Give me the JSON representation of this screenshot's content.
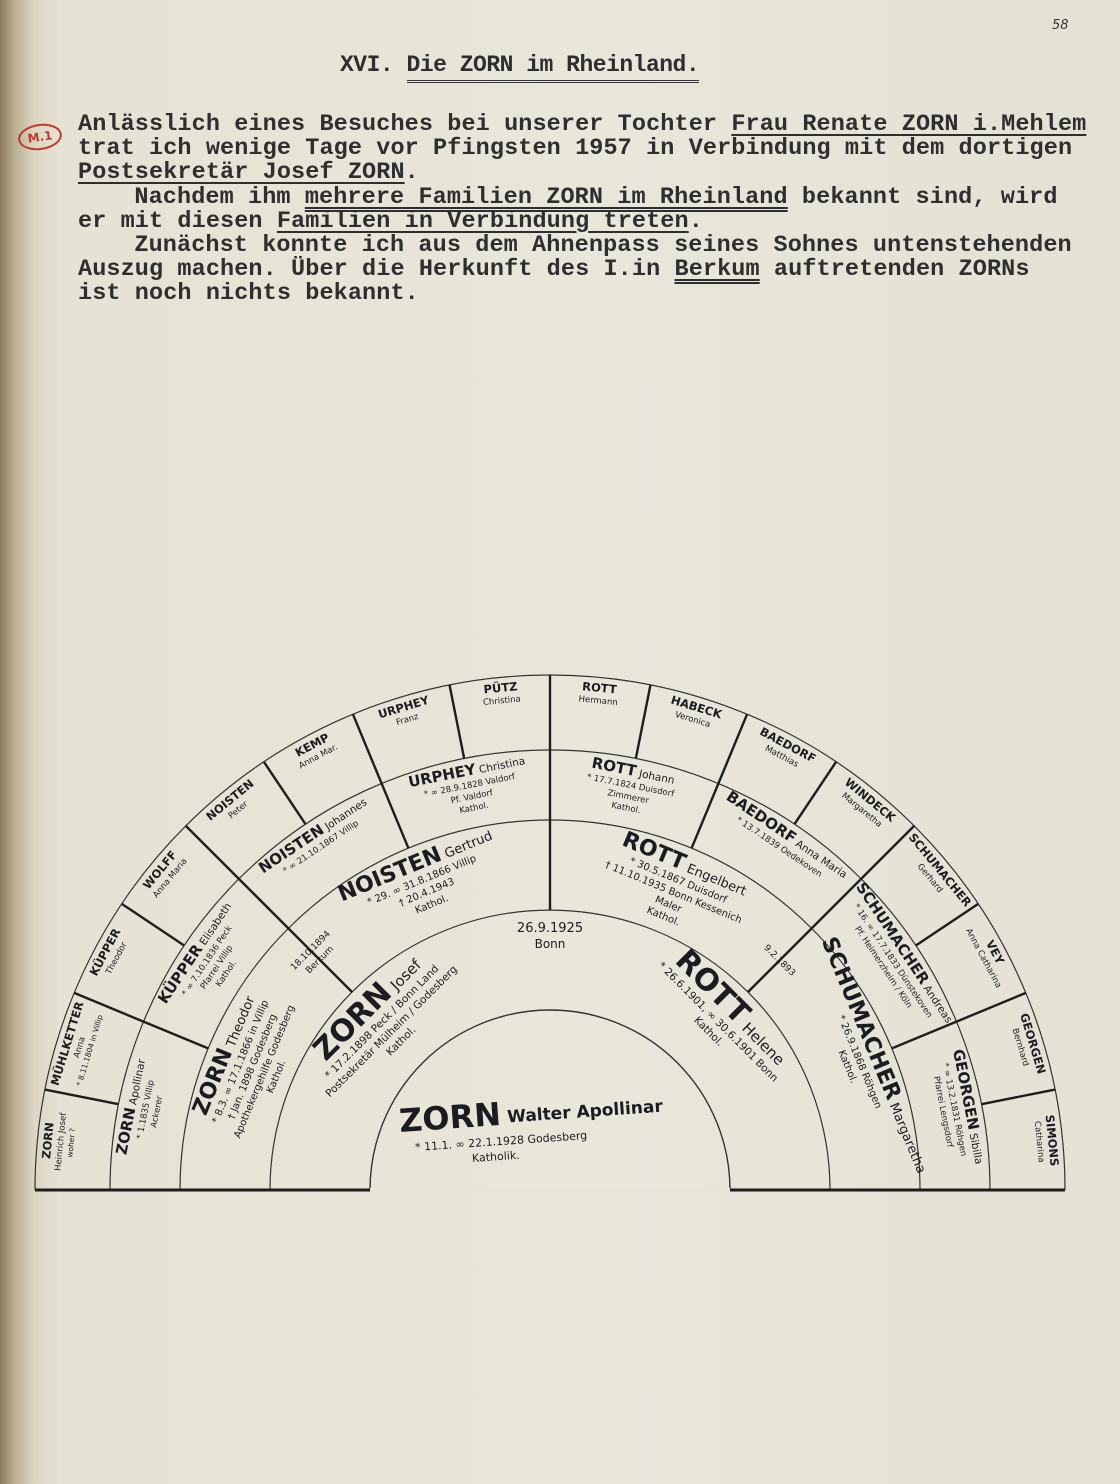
{
  "page_number": "58",
  "margin_note": "M.1",
  "title": {
    "prefix": "XVI. ",
    "text": "Die ZORN im Rheinland."
  },
  "paragraph_lines": [
    {
      "indent": 0,
      "segments": [
        {
          "t": "Anlässlich eines Besuches bei unserer Tochter ",
          "u": ""
        },
        {
          "t": "Frau Renate ZORN i.Mehlem",
          "u": "single"
        }
      ]
    },
    {
      "indent": 0,
      "segments": [
        {
          "t": "trat ich wenige Tage vor Pfingsten 1957 in Verbindung mit dem dortigen",
          "u": ""
        }
      ]
    },
    {
      "indent": 0,
      "segments": [
        {
          "t": "Postsekretär Josef ZORN",
          "u": "single"
        },
        {
          "t": ".",
          "u": ""
        }
      ]
    },
    {
      "indent": 4,
      "segments": [
        {
          "t": "Nachdem ihm ",
          "u": ""
        },
        {
          "t": "mehrere Familien ZORN im Rheinland",
          "u": "double"
        },
        {
          "t": " bekannt sind, wird",
          "u": ""
        }
      ]
    },
    {
      "indent": 0,
      "segments": [
        {
          "t": "er mit diesen ",
          "u": ""
        },
        {
          "t": "Familien in Verbindung treten",
          "u": "single"
        },
        {
          "t": ".",
          "u": ""
        }
      ]
    },
    {
      "indent": 4,
      "segments": [
        {
          "t": "Zunächst konnte ich aus dem Ahnenpass seines Sohnes untenstehenden",
          "u": ""
        }
      ]
    },
    {
      "indent": 0,
      "segments": [
        {
          "t": "Auszug machen. Über die Herkunft des I.in ",
          "u": ""
        },
        {
          "t": "Berkum",
          "u": "double"
        },
        {
          "t": " auftretenden ZORNs",
          "u": ""
        }
      ]
    },
    {
      "indent": 0,
      "segments": [
        {
          "t": "ist noch nichts bekannt.",
          "u": ""
        }
      ]
    }
  ],
  "fan_chart": {
    "proband": {
      "name": "ZORN",
      "given": "Walter Apollinar",
      "details": [
        "* 11.1. ∞ 22.1.1928 Godesberg",
        "Katholik."
      ]
    },
    "generations": [
      [
        {
          "name": "ZORN",
          "given": "Josef",
          "details": [
            "* 17.2.1898 Peck / Bonn Land",
            "Postsekretär Mülheim / Godesberg",
            "Kathol."
          ]
        },
        {
          "name": "ROTT",
          "given": "Helene",
          "details": [
            "* 26.6.1901, ∞ 30.6.1901 Bonn",
            "Kathol."
          ]
        }
      ],
      [
        {
          "name": "ZORN",
          "given": "Theodor",
          "details": [
            "* 8.3. ∞ 17.1.1866 in Villip",
            "† Jan. 1898 Godesberg",
            "Apothekergehilfe Godesberg",
            "Kathol."
          ]
        },
        {
          "name": "NOISTEN",
          "given": "Gertrud",
          "details": [
            "* 29. ∞ 31.8.1866 Villip",
            "† 20.4.1943",
            "Kathol."
          ]
        },
        {
          "name": "ROTT",
          "given": "Engelbert",
          "details": [
            "* 30.5.1867 Duisdorf",
            "† 11.10.1935 Bonn Kessenich",
            "Maler",
            "Kathol."
          ]
        },
        {
          "name": "SCHUMACHER",
          "given": "Margaretha",
          "details": [
            "* 26.9.1868 Röhgen",
            "Kathol."
          ]
        }
      ],
      [
        {
          "name": "ZORN",
          "given": "Apollinar",
          "details": [
            "* 1.1835 Villip",
            "Ackerer"
          ]
        },
        {
          "name": "KÜPPER",
          "given": "Elisabeth",
          "details": [
            "* ∞ 7.10.1836 Peck",
            "Pfarrei Villip",
            "Kathol."
          ]
        },
        {
          "name": "NOISTEN",
          "given": "Johannes",
          "details": [
            "* ∞ 21.10.1867 Villip"
          ]
        },
        {
          "name": "URPHEY",
          "given": "Christina",
          "details": [
            "* ∞ 28.9.1828 Valdorf",
            "Pf. Valdorf",
            "Kathol."
          ]
        },
        {
          "name": "ROTT",
          "given": "Johann",
          "details": [
            "* 17.7.1824 Duisdorf",
            "Zimmerer",
            "Kathol."
          ]
        },
        {
          "name": "BAEDORF",
          "given": "Anna Maria",
          "details": [
            "* 13.7.1839 Oedekoven"
          ]
        },
        {
          "name": "SCHUMACHER",
          "given": "Andreas",
          "details": [
            "* 16. ∞ 17.7.1833 Dünstekoven",
            "Pf. Heimerzheim / Köln"
          ]
        },
        {
          "name": "GEORGEN",
          "given": "Sibilla",
          "details": [
            "* ∞ 13.2.1831 Röhgen",
            "Pfarrei Lengsdorf"
          ]
        }
      ],
      [
        {
          "name": "ZORN",
          "given": "Heinrich Josef",
          "details": [
            "woher ?"
          ]
        },
        {
          "name": "MÜHLKETTER",
          "given": "Anna",
          "details": [
            "* 8.11.1804 in Villip"
          ]
        },
        {
          "name": "KÜPPER",
          "given": "Theodor",
          "details": []
        },
        {
          "name": "WOLFF",
          "given": "Anna Maria",
          "details": []
        },
        {
          "name": "NOISTEN",
          "given": "Peter",
          "details": []
        },
        {
          "name": "KEMP",
          "given": "Anna Mar.",
          "details": []
        },
        {
          "name": "URPHEY",
          "given": "Franz",
          "details": []
        },
        {
          "name": "PÜTZ",
          "given": "Christina",
          "details": []
        },
        {
          "name": "ROTT",
          "given": "Hermann",
          "details": []
        },
        {
          "name": "HABECK",
          "given": "Veronica",
          "details": []
        },
        {
          "name": "BAEDORF",
          "given": "Matthias",
          "details": []
        },
        {
          "name": "WINDECK",
          "given": "Margaretha",
          "details": []
        },
        {
          "name": "SCHUMACHER",
          "given": "Gerhard",
          "details": []
        },
        {
          "name": "VEY",
          "given": "Anna Catharina",
          "details": []
        },
        {
          "name": "GEORGEN",
          "given": "Bernhard",
          "details": []
        },
        {
          "name": "SIMONS",
          "given": "Catharina",
          "details": []
        }
      ]
    ],
    "marriages": [
      {
        "date": "26.9.1925",
        "place": "Bonn"
      },
      {
        "date": "18.10.1894",
        "place": "Berkum"
      },
      {
        "date": "9.2.1893",
        "place": ""
      }
    ]
  }
}
